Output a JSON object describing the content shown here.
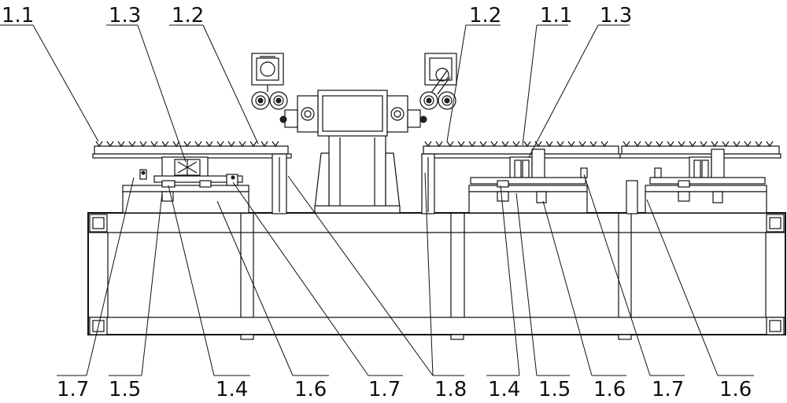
{
  "labels": {
    "top_left_1_1": "1.1",
    "top_left_1_3": "1.3",
    "top_left_1_2": "1.2",
    "top_right_1_2": "1.2",
    "top_right_1_1": "1.1",
    "top_right_1_3": "1.3",
    "bottom_1_7_a": "1.7",
    "bottom_1_5_a": "1.5",
    "bottom_1_4_a": "1.4",
    "bottom_1_6_a": "1.6",
    "bottom_1_7_b": "1.7",
    "bottom_1_8": "1.8",
    "bottom_1_4_b": "1.4",
    "bottom_1_5_b": "1.5",
    "bottom_1_6_b": "1.6",
    "bottom_1_7_c": "1.7",
    "bottom_1_6_c": "1.6"
  }
}
